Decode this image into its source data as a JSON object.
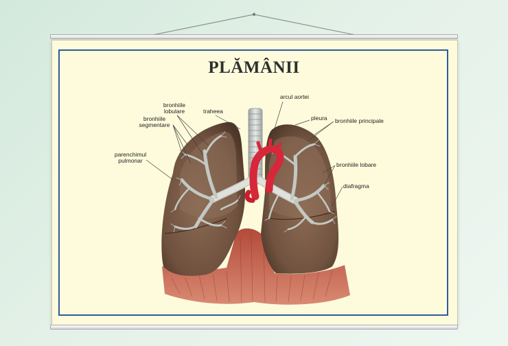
{
  "poster": {
    "title": "PLĂMÂNII",
    "labels": {
      "bronhiile_lobulare": [
        "bronhiile",
        "lobulare"
      ],
      "bronhiile_segmentare": [
        "bronhiile",
        "segmentare"
      ],
      "traheea": "traheea",
      "parenchimul_pulmonar": [
        "parenchimul",
        "pulmonar"
      ],
      "arcul_aortei": "arcul aortei",
      "pleura": "pleura",
      "bronhiile_principale": "bronhiile principale",
      "bronhiile_lobare": "bronhiile lobare",
      "diafragma": "diafragma"
    }
  },
  "colors": {
    "background": "#dbeee2",
    "paper": "#fdfbdc",
    "frame": "#2f5b9a",
    "lung_tissue": "#7a5a45",
    "bronchi": "#c9ccc6",
    "aorta": "#d6283a",
    "diaphragm": "#c9644e"
  },
  "icons": [
    "hanging-string-icon",
    "lungs-illustration"
  ]
}
